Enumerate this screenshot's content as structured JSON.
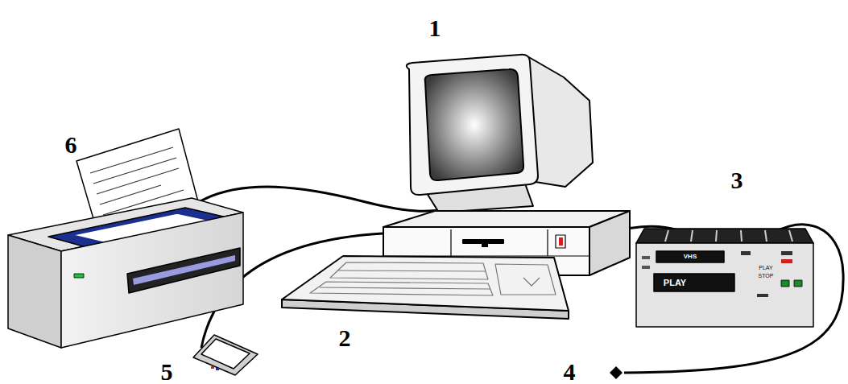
{
  "diagram": {
    "labels": [
      "1",
      "6",
      "3",
      "2",
      "5",
      "4",
      "VHS",
      "PLAY",
      "PLAY",
      "STOP"
    ]
  }
}
